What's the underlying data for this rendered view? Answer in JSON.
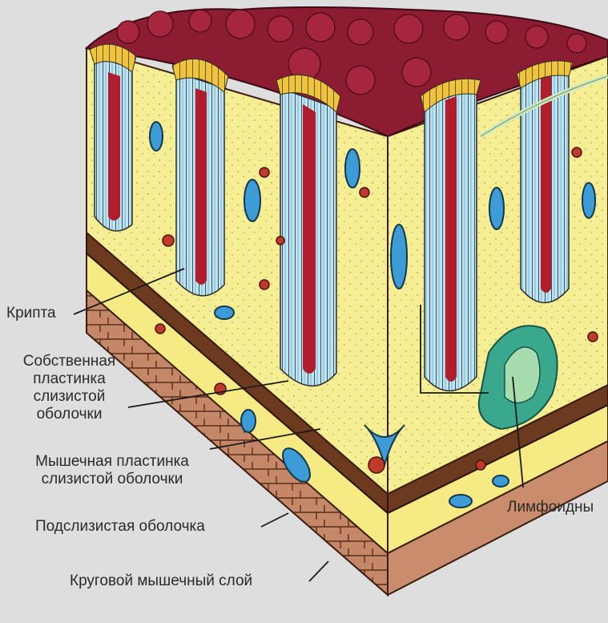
{
  "labels": {
    "crypt": "Крипта",
    "lamina_propria": [
      "Собственная",
      "пластинка",
      "слизистой",
      "оболочки"
    ],
    "muscularis_mucosae": [
      "Мышечная пластинка",
      "слизистой оболочки"
    ],
    "submucosa": "Подслизистая оболочка",
    "circular_muscle": "Круговой мышечный слой",
    "lymphoid": "Лимфоидны"
  },
  "colors": {
    "background": "#dedede",
    "lamina_yellow": "#f4ec8c",
    "mucosa_top": "#8c1c32",
    "muscularis_brown": "#6b3a1f",
    "circular_muscle": "#c98c6c",
    "vessel_blue": "#3d9bd6",
    "vessel_red": "#c0392b",
    "lymphoid_green": "#3aa88c",
    "epithelium_blue": "#a8d8ec",
    "epithelium_yellow": "#e8b830"
  }
}
